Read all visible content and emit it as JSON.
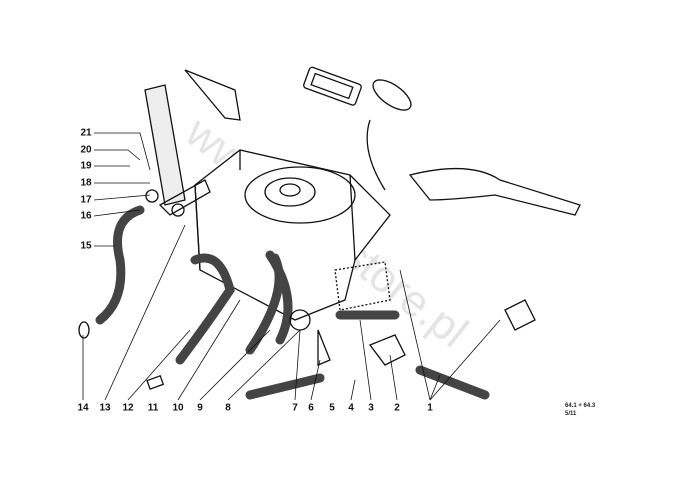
{
  "watermark": "www.bmwstore.pl",
  "diagram_code": {
    "line1": "64.1 + 64.3",
    "line2": "5/11"
  },
  "callouts": {
    "left": [
      {
        "id": "21"
      },
      {
        "id": "20"
      },
      {
        "id": "19"
      },
      {
        "id": "18"
      },
      {
        "id": "17"
      },
      {
        "id": "16"
      },
      {
        "id": "15"
      }
    ],
    "bottom": [
      {
        "id": "14"
      },
      {
        "id": "13"
      },
      {
        "id": "12"
      },
      {
        "id": "11"
      },
      {
        "id": "10"
      },
      {
        "id": "9"
      },
      {
        "id": "8"
      },
      {
        "id": "7"
      },
      {
        "id": "6"
      },
      {
        "id": "5"
      },
      {
        "id": "4"
      },
      {
        "id": "3"
      },
      {
        "id": "2"
      },
      {
        "id": "1"
      }
    ]
  }
}
